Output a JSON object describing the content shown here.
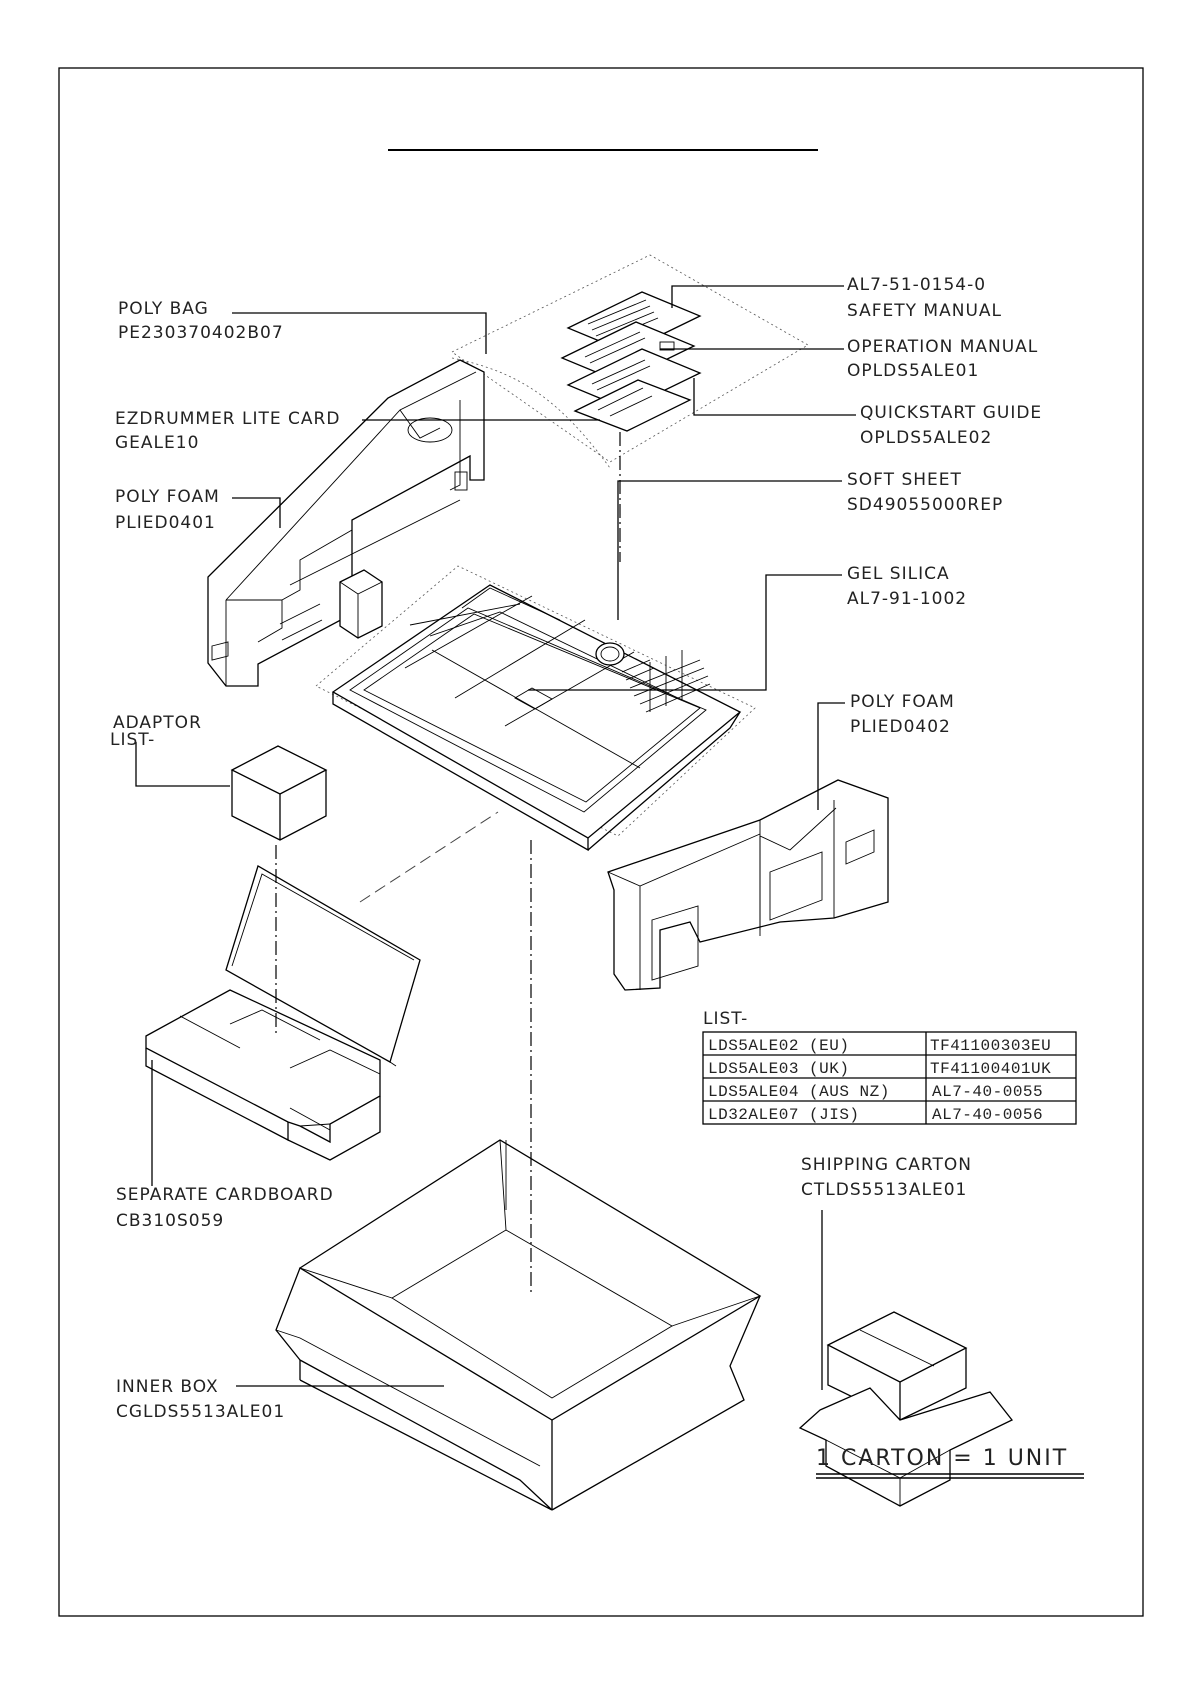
{
  "labels": {
    "poly_bag": {
      "name": "POLY BAG",
      "code": "PE230370402B07"
    },
    "safety_manual": {
      "code": "AL7-51-0154-0",
      "name": "SAFETY MANUAL"
    },
    "operation_manual": {
      "name": "OPERATION MANUAL",
      "code": "OPLDS5ALE01"
    },
    "quickstart_guide": {
      "name": "QUICKSTART GUIDE",
      "code": "OPLDS5ALE02"
    },
    "ezdrummer_card": {
      "name": "EZDRUMMER LITE CARD",
      "code": "GEALE10"
    },
    "poly_foam_left": {
      "name": "POLY FOAM",
      "code": "PLIED0401"
    },
    "soft_sheet": {
      "name": "SOFT SHEET",
      "code": "SD49055000REP"
    },
    "gel_silica": {
      "name": "GEL SILICA",
      "code": "AL7-91-1002"
    },
    "poly_foam_right": {
      "name": "POLY FOAM",
      "code": "PLIED0402"
    },
    "adaptor": {
      "name": "ADAPTOR",
      "ref": "LIST-"
    },
    "separate_cardboard": {
      "name": "SEPARATE CARDBOARD",
      "code": "CB310S059"
    },
    "shipping_carton": {
      "name": "SHIPPING CARTON",
      "code": "CTLDS5513ALE01"
    },
    "inner_box": {
      "name": "INNER BOX",
      "code": "CGLDS5513ALE01"
    }
  },
  "list_table": {
    "title": "LIST-",
    "rows": [
      [
        "LDS5ALE02 (EU)",
        "TF41100303EU"
      ],
      [
        "LDS5ALE03 (UK)",
        "TF41100401UK"
      ],
      [
        "LDS5ALE04 (AUS NZ)",
        "AL7-40-0055"
      ],
      [
        "LD32ALE07 (JIS)",
        "AL7-40-0056"
      ]
    ]
  },
  "footer": "1 CARTON = 1 UNIT"
}
